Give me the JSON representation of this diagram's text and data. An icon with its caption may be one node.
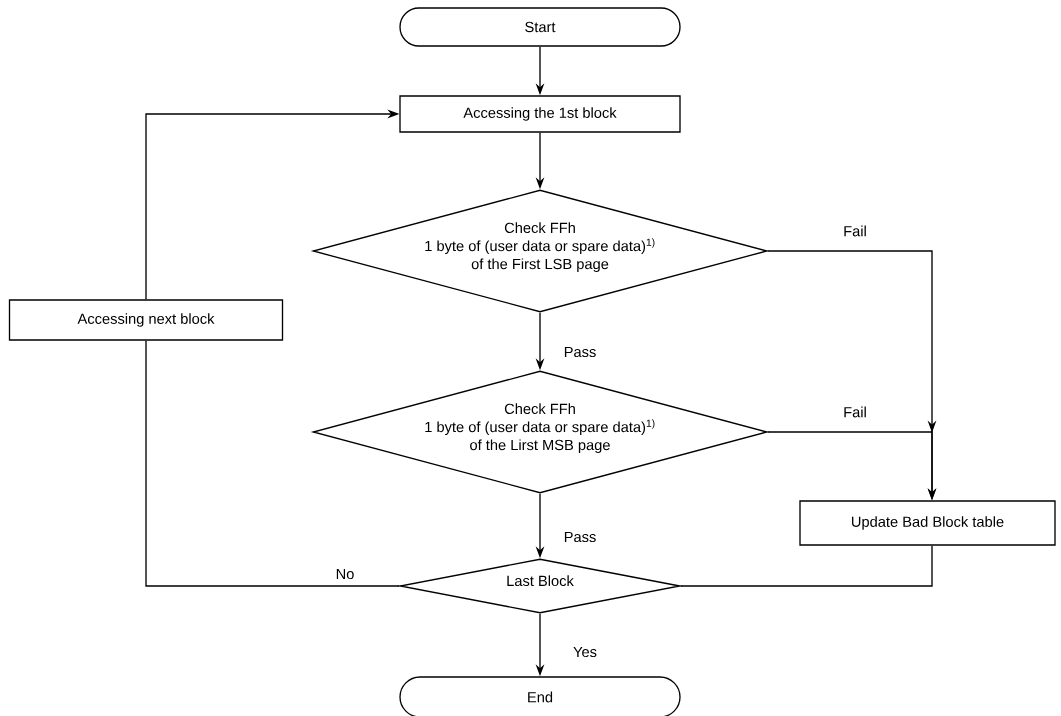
{
  "diagram": {
    "nodes": [
      {
        "text": [
          "Start"
        ]
      },
      {
        "text": [
          "Accessing the 1st block"
        ]
      },
      {
        "text": [
          "Check FFh",
          "1 byte of (user data or spare data)$^{1)}$",
          "of the First LSB page"
        ]
      },
      {
        "text": [
          "Check FFh",
          "1 byte of (user data or spare data)$^{1)}$",
          "of the Lirst MSB page"
        ]
      },
      {
        "text": [
          "Last Block"
        ]
      },
      {
        "text": [
          "End"
        ]
      },
      {
        "text": [
          "Accessing next block"
        ]
      },
      {
        "text": [
          "Update Bad Block table"
        ]
      }
    ],
    "edges": [
      {
        "from": 0,
        "to": 1,
        "arrow": "to"
      },
      {
        "from": 1,
        "to": 2,
        "arrow": "to"
      },
      {
        "from": 2,
        "to": 3,
        "arrow": "to",
        "label": "Pass"
      },
      {
        "from": 3,
        "to": 4,
        "arrow": "to",
        "label": "Pass"
      },
      {
        "from": 4,
        "to": 5,
        "arrow": "to",
        "label": "Yes"
      },
      {
        "from": 2,
        "to": 7,
        "arrow": "to",
        "label": "Fail"
      },
      {
        "from": 3,
        "to": 7,
        "arrow": "to",
        "label": "Fail"
      },
      {
        "from": 7,
        "to": 4,
        "arrow": "none"
      },
      {
        "from": 4,
        "to": 6,
        "arrow": "none",
        "label": "No"
      },
      {
        "from": 6,
        "to": 1,
        "arrow": "to"
      }
    ]
  }
}
